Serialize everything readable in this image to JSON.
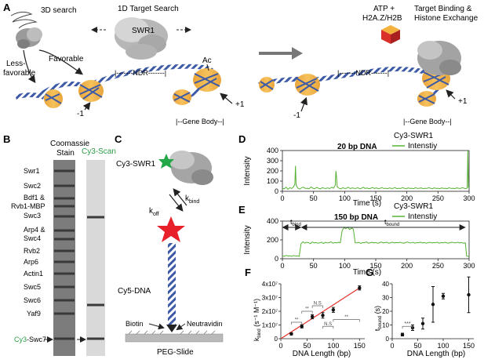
{
  "panel_labels": {
    "a": "A",
    "b": "B",
    "c": "C",
    "d": "D",
    "e": "E",
    "f": "F",
    "g": "G"
  },
  "panel_a": {
    "search_3d": "3D search",
    "search_1d": "1D Target Search",
    "swr1": "SWR1",
    "less_favorable_1": "Less-",
    "less_favorable_2": "favorable",
    "favorable": "Favorable",
    "ndr_left": "|-------NDR-------|",
    "ndr_right": "|-------NDR-------|",
    "ac": "Ac",
    "minus1_left": "-1",
    "plus1_left": "+1",
    "gene_body_left": "|--Gene Body--|",
    "atp_line1": "ATP +",
    "atp_line2": "H2A.Z/H2B",
    "target_line1": "Target Binding &",
    "target_line2": "Histone Exchange",
    "minus1_right": "-1",
    "plus1_right": "+1",
    "gene_body_right": "|--Gene Body--|"
  },
  "panel_b": {
    "coomassie_1": "Coomassie",
    "coomassie_2": "Stain",
    "cy3_scan": "Cy3-Scan",
    "bands": [
      "Swr1",
      "Swc2",
      "Bdf1 &",
      "Rvb1-MBP",
      "Swc3",
      "Arp4 &",
      "Swc4",
      "Rvb2",
      "Arp6",
      "Actin1",
      "Swc5",
      "Swc6",
      "Yaf9"
    ],
    "cy3_prefix": "Cy3",
    "swc7_suffix": "-Swc7"
  },
  "panel_c": {
    "cy3_swr1": "Cy3-SWR1",
    "koff": "k",
    "koff_sub": "off",
    "kbind": "k",
    "kbind_sub": "bind",
    "cy5_dna": "Cy5-DNA",
    "biotin": "Biotin",
    "neutravidin": "Neutravidin",
    "peg_slide": "PEG-Slide"
  },
  "panel_d": {
    "title": "20 bp DNA",
    "legend_1": "Cy3-SWR1",
    "legend_2": "Intenstiy",
    "ylabel": "Intensity",
    "xlabel": "Time (s)"
  },
  "panel_e": {
    "title": "150 bp DNA",
    "legend_1": "Cy3-SWR1",
    "legend_2": "Intenstiy",
    "ylabel": "Intensity",
    "xlabel": "Time (s)",
    "t_bind": "t",
    "t_bind_sub": "bind",
    "t_bound": "t",
    "t_bound_sub": "bound"
  },
  "panel_f": {
    "ylabel_main": "k",
    "ylabel_sub": "bind",
    "ylabel_unit": " (s⁻¹ M⁻¹)",
    "xlabel": "DNA Length (bp)",
    "sig_stars": "**",
    "sig_ns": "N.S"
  },
  "panel_g": {
    "ylabel_main": "t",
    "ylabel_sub": "bound",
    "ylabel_unit": " (s)",
    "xlabel": "DNA Length (bp)",
    "sig": "***"
  },
  "colors": {
    "trace": "#55b233",
    "fit_line": "#e3302a",
    "red_star": "#e8202a",
    "green_star": "#23a84a",
    "nucleosome": "#f3b13e",
    "dna": "#3c5aa6",
    "cy3_text": "#2c9c48",
    "swr1": "#8d8d8d"
  },
  "chart_data": [
    {
      "panel": "D",
      "type": "line",
      "title": "20 bp DNA",
      "xlabel": "Time (s)",
      "ylabel": "Intensity",
      "xlim": [
        0,
        300
      ],
      "ylim": [
        0,
        400
      ],
      "xticks": [
        0,
        50,
        100,
        150,
        200,
        250,
        300
      ],
      "yticks": [
        0,
        100,
        200,
        300,
        400
      ],
      "series": [
        {
          "name": "Cy3-SWR1 Intenstiy",
          "x": [
            0,
            3,
            6,
            9,
            12,
            15,
            18,
            20,
            21,
            22,
            25,
            28,
            31,
            34,
            37,
            40,
            43,
            46,
            49,
            52,
            55,
            58,
            61,
            64,
            67,
            70,
            73,
            76,
            79,
            82,
            85,
            86,
            87,
            88,
            91,
            94,
            97,
            100,
            103,
            106,
            109,
            112,
            115,
            118,
            121,
            124,
            127,
            130,
            133,
            136,
            139,
            142,
            145,
            148,
            151,
            154,
            157,
            160,
            163,
            166,
            169,
            172,
            175,
            178,
            181,
            184,
            187,
            190,
            193,
            196,
            199,
            202,
            205,
            208,
            211,
            214,
            217,
            220,
            223,
            226,
            229,
            232,
            235,
            238,
            241,
            244,
            247,
            250,
            253,
            256,
            259,
            262,
            265,
            268,
            271,
            274,
            277,
            280,
            283,
            286,
            289,
            292,
            295,
            297,
            298,
            299,
            300
          ],
          "values": [
            30,
            25,
            40,
            20,
            35,
            28,
            45,
            70,
            250,
            60,
            30,
            22,
            35,
            40,
            28,
            30,
            25,
            42,
            30,
            26,
            38,
            30,
            24,
            35,
            30,
            28,
            33,
            26,
            40,
            30,
            60,
            200,
            140,
            45,
            30,
            25,
            35,
            28,
            30,
            40,
            26,
            33,
            30,
            28,
            35,
            26,
            30,
            40,
            28,
            32,
            26,
            30,
            38,
            28,
            33,
            26,
            30,
            35,
            28,
            30,
            26,
            33,
            28,
            30,
            35,
            26,
            30,
            28,
            35,
            30,
            26,
            33,
            28,
            30,
            26,
            35,
            28,
            30,
            33,
            26,
            30,
            28,
            35,
            30,
            26,
            33,
            28,
            30,
            26,
            33,
            28,
            30,
            26,
            35,
            28,
            30,
            26,
            33,
            30,
            28,
            35,
            30,
            26,
            33,
            400,
            40,
            30
          ]
        }
      ]
    },
    {
      "panel": "E",
      "type": "line",
      "title": "150 bp DNA",
      "xlabel": "Time (s)",
      "ylabel": "Intensity",
      "xlim": [
        0,
        300
      ],
      "ylim": [
        0,
        400
      ],
      "xticks": [
        0,
        50,
        100,
        150,
        200,
        250,
        300
      ],
      "yticks": [
        0,
        200,
        400
      ],
      "series": [
        {
          "name": "Cy3-SWR1 Intenstiy",
          "x": [
            0,
            3,
            6,
            9,
            12,
            15,
            18,
            21,
            24,
            27,
            30,
            33,
            36,
            39,
            42,
            45,
            48,
            51,
            54,
            57,
            60,
            63,
            66,
            69,
            72,
            75,
            78,
            81,
            84,
            87,
            90,
            93,
            96,
            99,
            102,
            105,
            108,
            111,
            114,
            117,
            120,
            123,
            126,
            129,
            132,
            135,
            138,
            141,
            144,
            147,
            150,
            153,
            156,
            159,
            162,
            165,
            168,
            171,
            174,
            177,
            180,
            183,
            186,
            189,
            192,
            195,
            198,
            201,
            204,
            207,
            210,
            213,
            216,
            219,
            222,
            225,
            228,
            231,
            234,
            237,
            240,
            243,
            246,
            249,
            252,
            255,
            258,
            261,
            264,
            267,
            270,
            273,
            276,
            279,
            282,
            285,
            288,
            291,
            294,
            296,
            298,
            300
          ],
          "values": [
            30,
            25,
            35,
            28,
            30,
            26,
            33,
            28,
            30,
            26,
            160,
            180,
            165,
            175,
            170,
            160,
            178,
            168,
            172,
            165,
            170,
            176,
            162,
            174,
            168,
            170,
            180,
            165,
            172,
            168,
            175,
            170,
            300,
            330,
            320,
            335,
            310,
            325,
            315,
            170,
            168,
            175,
            162,
            172,
            170,
            178,
            165,
            170,
            175,
            168,
            172,
            165,
            170,
            178,
            168,
            172,
            175,
            165,
            170,
            176,
            168,
            172,
            170,
            175,
            168,
            165,
            172,
            178,
            170,
            168,
            175,
            165,
            172,
            170,
            176,
            168,
            172,
            165,
            170,
            175,
            168,
            172,
            170,
            176,
            165,
            172,
            168,
            175,
            170,
            165,
            172,
            176,
            168,
            170,
            175,
            168,
            172,
            165,
            170,
            30,
            25,
            28
          ]
        }
      ]
    },
    {
      "panel": "F",
      "type": "scatter",
      "xlabel": "DNA Length (bp)",
      "ylabel": "kbind (s⁻¹ M⁻¹)",
      "xlim": [
        0,
        160
      ],
      "ylim": [
        0,
        40000000
      ],
      "xticks": [
        0,
        50,
        100,
        150
      ],
      "yticks": [
        0,
        10000000,
        20000000,
        30000000,
        40000000
      ],
      "ytick_labels": [
        "0",
        "1x10⁷",
        "2x10⁷",
        "3x10⁷",
        "4x10⁷"
      ],
      "series": [
        {
          "name": "",
          "x": [
            20,
            40,
            60,
            80,
            100,
            150
          ],
          "values": [
            3500000,
            9000000,
            16000000,
            17000000,
            21000000,
            37000000
          ],
          "errors": [
            800000,
            1200000,
            1500000,
            2000000,
            1800000,
            1500000
          ]
        }
      ],
      "fit_line": {
        "x": [
          0,
          150
        ],
        "y": [
          0,
          37000000
        ]
      }
    },
    {
      "panel": "G",
      "type": "scatter",
      "xlabel": "DNA Length (bp)",
      "ylabel": "tbound (s)",
      "xlim": [
        0,
        160
      ],
      "ylim": [
        0,
        40
      ],
      "xticks": [
        0,
        50,
        100,
        150
      ],
      "yticks": [
        0,
        10,
        20,
        30,
        40
      ],
      "series": [
        {
          "name": "",
          "x": [
            20,
            40,
            60,
            80,
            100,
            150
          ],
          "values": [
            3,
            8,
            11,
            25,
            31,
            32
          ],
          "errors": [
            1,
            2,
            4,
            13,
            2,
            13
          ]
        }
      ]
    }
  ]
}
